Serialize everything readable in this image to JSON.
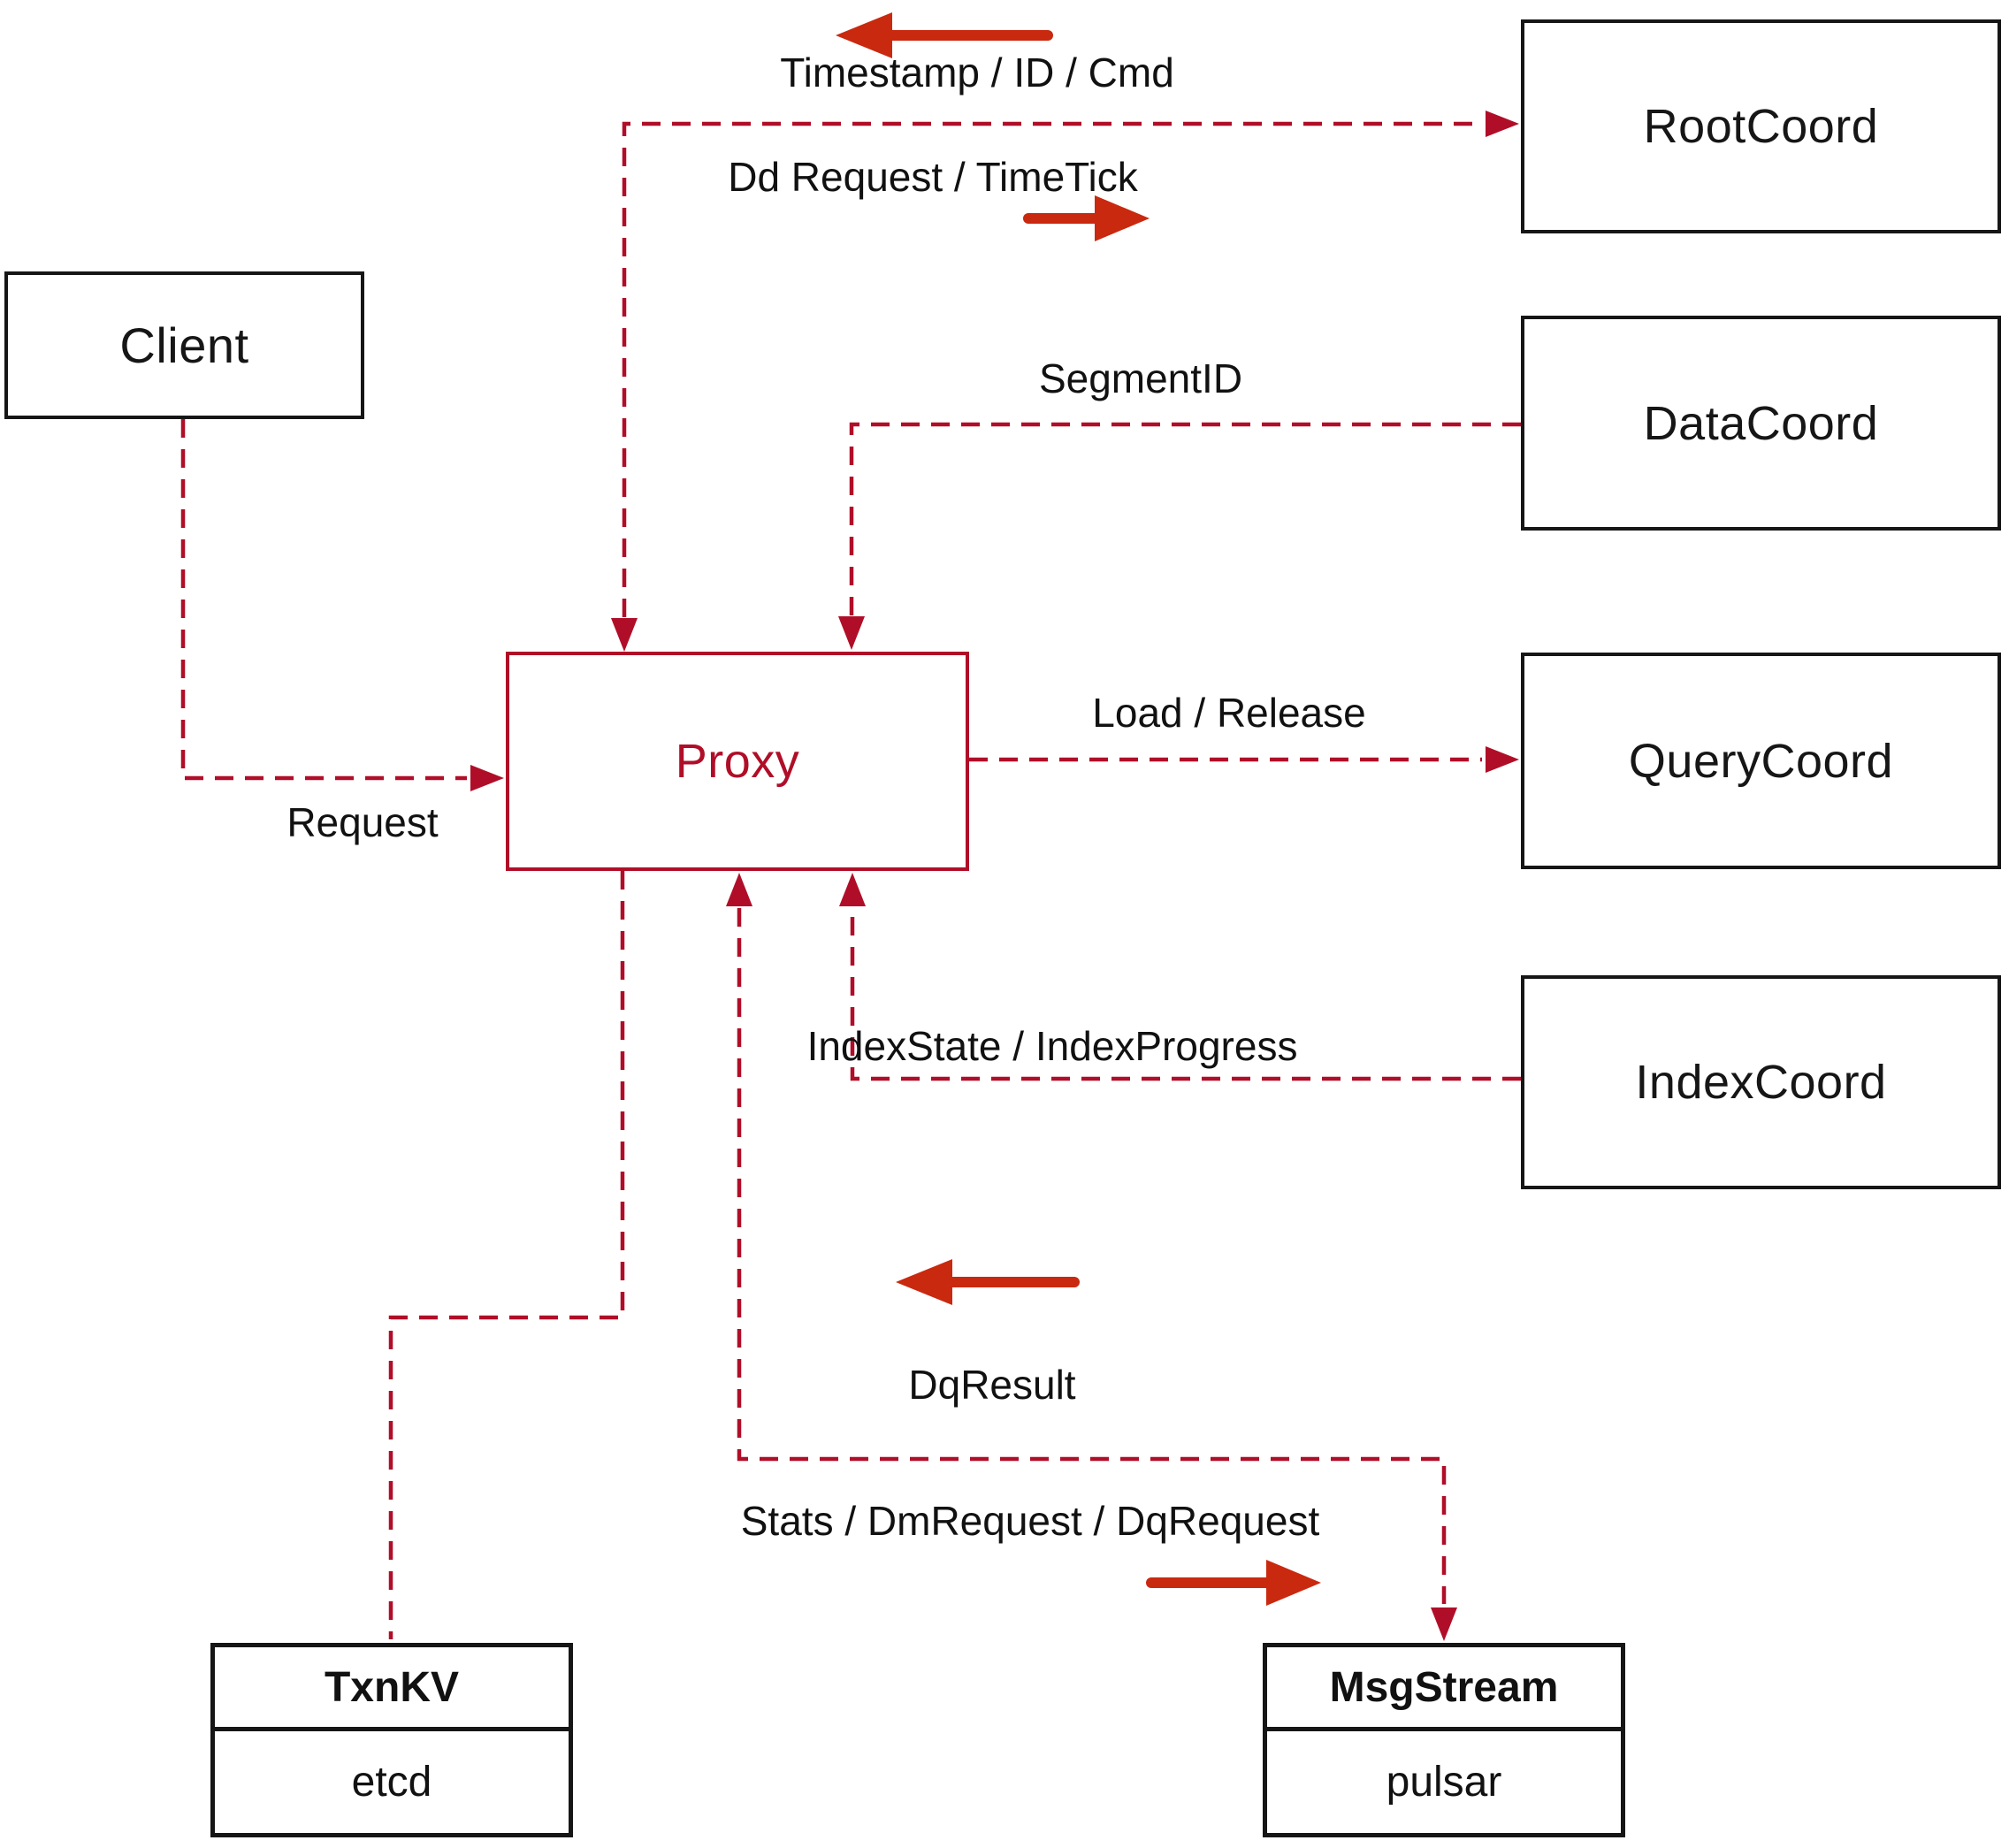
{
  "diagram": {
    "title": "Proxy interaction diagram",
    "nodes": {
      "client": "Client",
      "proxy": "Proxy",
      "root_coord": "RootCoord",
      "data_coord": "DataCoord",
      "query_coord": "QueryCoord",
      "index_coord": "IndexCoord"
    },
    "stores": {
      "txn_kv": {
        "title": "TxnKV",
        "impl": "etcd"
      },
      "msg_stream": {
        "title": "MsgStream",
        "impl": "pulsar"
      }
    },
    "edge_labels": {
      "timestamp": "Timestamp / ID / Cmd",
      "dd_request": "Dd Request / TimeTick",
      "segment_id": "SegmentID",
      "request": "Request",
      "load_release": "Load / Release",
      "index_state": "IndexState / IndexProgress",
      "dq_result": "DqResult",
      "stats": "Stats / DmRequest / DqRequest"
    },
    "colors": {
      "dashed_edge": "#b00e28",
      "solid_arrow": "#c9290f",
      "node_border": "#161616",
      "proxy_accent": "#b00e28",
      "label_text": "#111111",
      "background": "#ffffff"
    }
  }
}
